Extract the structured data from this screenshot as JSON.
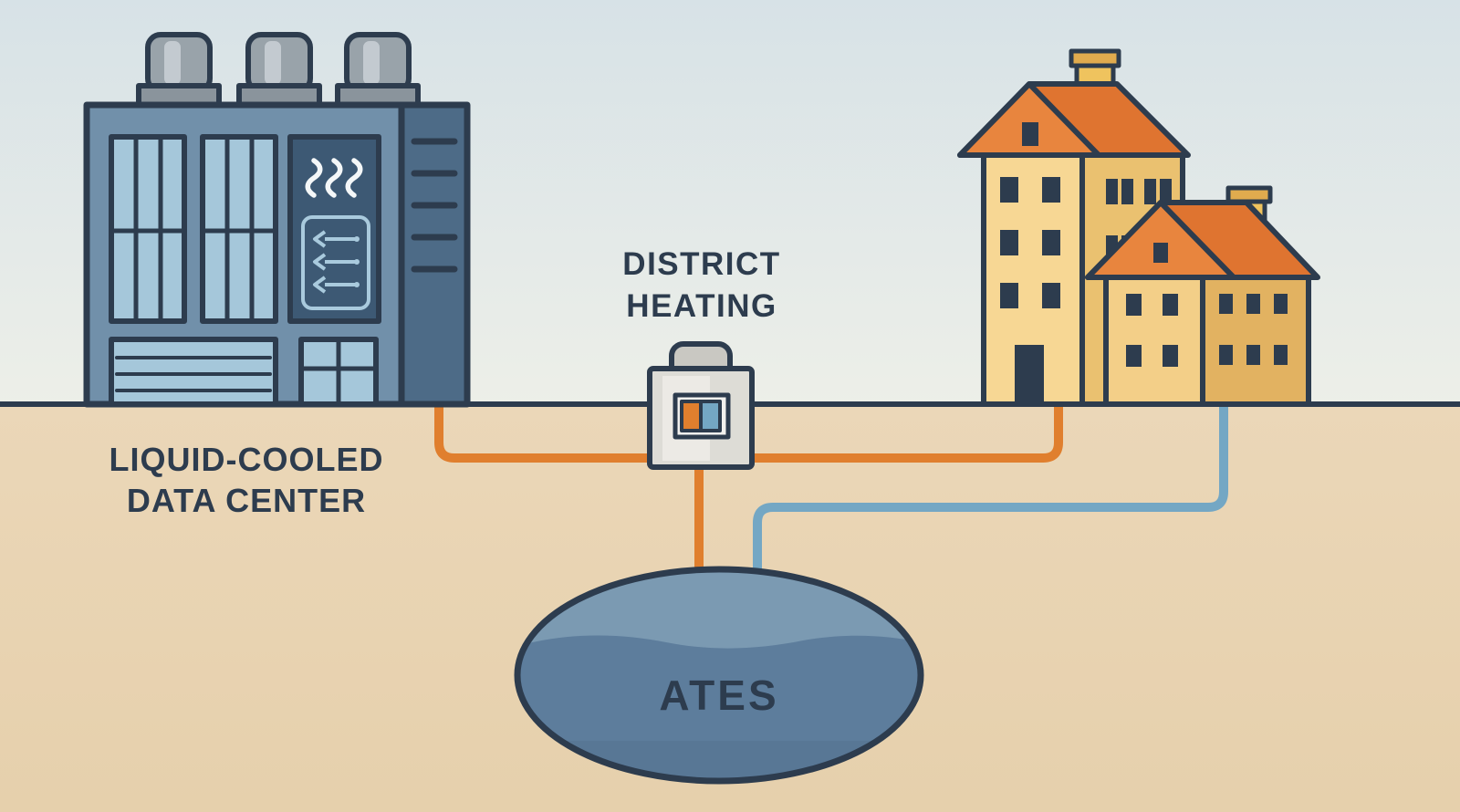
{
  "diagram": {
    "labels": {
      "data_center_line1": "LIQUID-COOLED",
      "data_center_line2": "DATA CENTER",
      "district_heating_line1": "DISTRICT",
      "district_heating_line2": "HEATING",
      "ates": "ATES"
    },
    "colors": {
      "outline": "#2d3c4e",
      "label": "#2d3c4e",
      "sky_top": "#d7e2e7",
      "sky_bottom": "#edefe8",
      "ground": "#ebd7b8",
      "ground_deep": "#e6d0ac",
      "building_main": "#7190aa",
      "building_side": "#4d6b87",
      "window_glass": "#a5c7da",
      "panel_dark": "#3d5974",
      "panel_line": "#a9cadd",
      "wave_white": "#f4f7f8",
      "vent_gray": "#99a3aa",
      "vent_light": "#c3cad0",
      "vent_base": "#8a949c",
      "pipe_hot": "#e07f2e",
      "pipe_cold": "#74a7c4",
      "substation_body": "#dddcd6",
      "substation_cap": "#c9c8c2",
      "substation_display": "#f2f1ee",
      "house_front": "#f7d794",
      "house_side": "#eac170",
      "house_front_small": "#f3cf88",
      "house_side_small": "#e2b261",
      "roof": "#df7430",
      "roof_light": "#e8853e",
      "chimney": "#efc35e",
      "chimney_cap": "#e0ab4e",
      "aquifer_light": "#7b9ab2",
      "aquifer_body": "#5d7d9c",
      "aquifer_deep": "#547390"
    }
  }
}
